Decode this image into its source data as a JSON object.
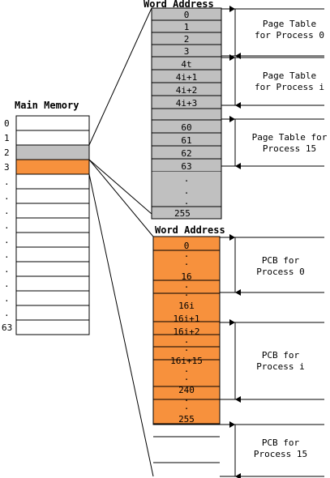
{
  "main_memory": {
    "title": "Main Memory",
    "row_labels": [
      "0",
      "1",
      "2",
      "3",
      ".",
      ".",
      ".",
      ".",
      ".",
      ".",
      ".",
      ".",
      ".",
      ".",
      "63"
    ],
    "highlight_row_2": "#c0c0c0",
    "highlight_row_3": "#f7913d"
  },
  "page_tables": {
    "header": "Word Address",
    "fill": "#c0c0c0",
    "cells": [
      "0",
      "1",
      "2",
      "3",
      "4t",
      "4i+1",
      "4i+2",
      "4i+3",
      "",
      "60",
      "61",
      "62",
      "63",
      ".",
      ".",
      ".",
      "255"
    ],
    "annotations": [
      "Page Table\nfor Process 0",
      "Page Table\nfor Process i",
      "Page Table for\nProcess 15"
    ]
  },
  "pcbs": {
    "header": "Word Address",
    "fill": "#f7913d",
    "cells": [
      "0",
      ".",
      ".",
      "16",
      ".",
      ".",
      "16i",
      "16i+1",
      "16i+2",
      ".",
      ".",
      "16i+15",
      ".",
      ".",
      "240",
      ".",
      ".",
      "255"
    ],
    "annotations": [
      "PCB for\nProcess 0",
      "PCB for\nProcess i",
      "PCB for\nProcess 15"
    ]
  }
}
